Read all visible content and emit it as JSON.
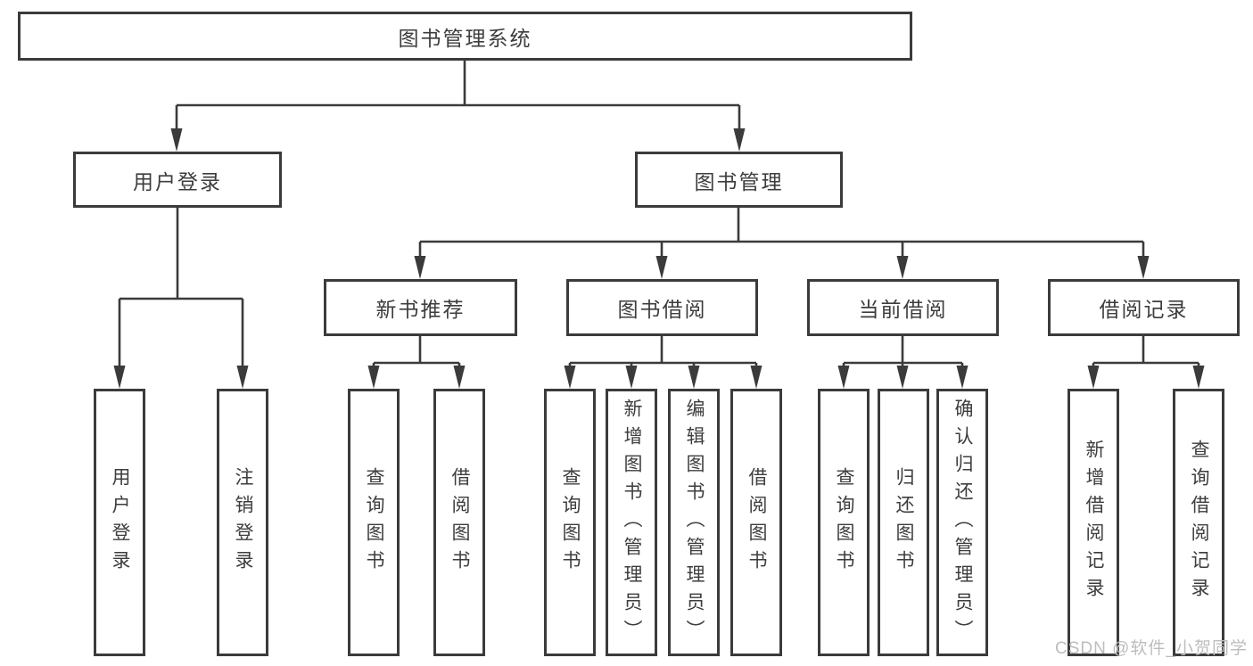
{
  "tree": {
    "root": {
      "label": "图书管理系统",
      "children": [
        {
          "label": "用户登录",
          "children": [
            {
              "label": "用户登录"
            },
            {
              "label": "注销登录"
            }
          ]
        },
        {
          "label": "图书管理",
          "children": [
            {
              "label": "新书推荐",
              "children": [
                {
                  "label": "查询图书"
                },
                {
                  "label": "借阅图书"
                }
              ]
            },
            {
              "label": "图书借阅",
              "children": [
                {
                  "label": "查询图书"
                },
                {
                  "label": "新增图书（管理员）"
                },
                {
                  "label": "编辑图书（管理员）"
                },
                {
                  "label": "借阅图书"
                }
              ]
            },
            {
              "label": "当前借阅",
              "children": [
                {
                  "label": "查询图书"
                },
                {
                  "label": "归还图书"
                },
                {
                  "label": "确认归还（管理员）"
                }
              ]
            },
            {
              "label": "借阅记录",
              "children": [
                {
                  "label": "新增借阅记录"
                },
                {
                  "label": "查询借阅记录"
                }
              ]
            }
          ]
        }
      ]
    }
  },
  "watermark": {
    "text": "CSDN @软件_小贺同学"
  },
  "colors": {
    "line": "#3b3b3b",
    "text": "#3d3d3d",
    "background": "#ffffff",
    "watermark": "#bdbdbd"
  }
}
